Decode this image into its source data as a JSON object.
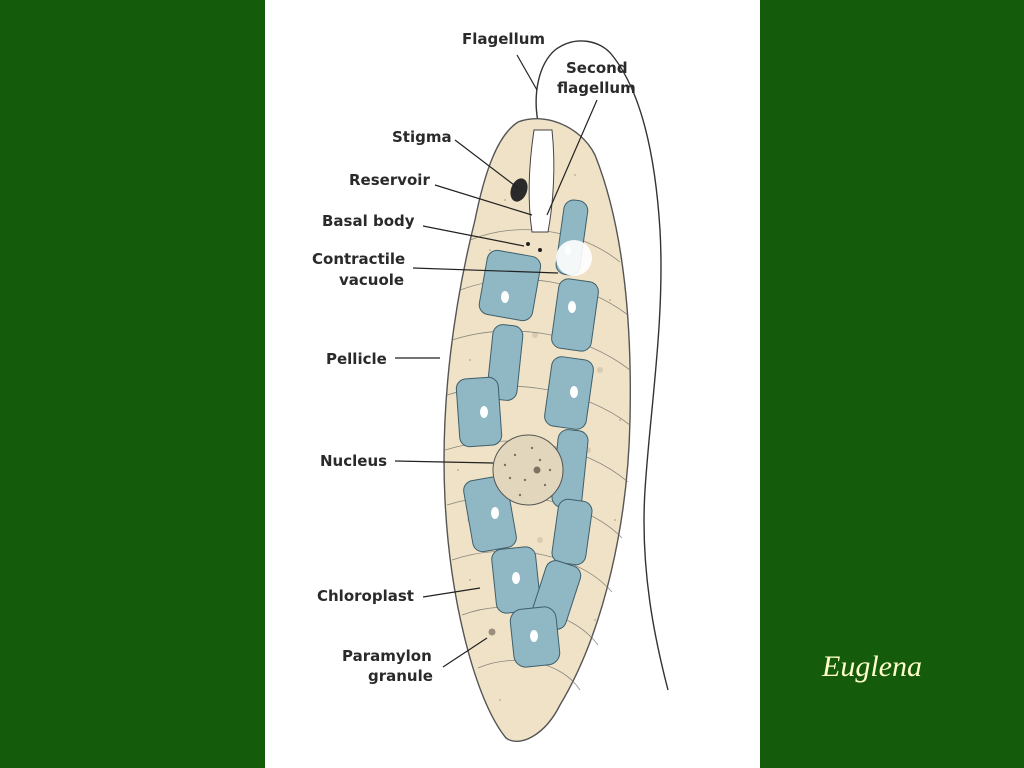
{
  "labels": {
    "flagellum": "Flagellum",
    "second_flagellum_1": "Second",
    "second_flagellum_2": "flagellum",
    "stigma": "Stigma",
    "reservoir": "Reservoir",
    "basal_body": "Basal body",
    "contractile_1": "Contractile",
    "contractile_2": "vacuole",
    "pellicle": "Pellicle",
    "nucleus": "Nucleus",
    "chloroplast": "Chloroplast",
    "paramylon_1": "Paramylon",
    "paramylon_2": "granule"
  },
  "caption": "Euglena",
  "colors": {
    "background": "#145c0c",
    "panel": "#ffffff",
    "cell_body": "#efe2c6",
    "chloroplast": "#8fb7c4",
    "nucleus": "#e2d7bc",
    "caption": "#ffffcc"
  }
}
